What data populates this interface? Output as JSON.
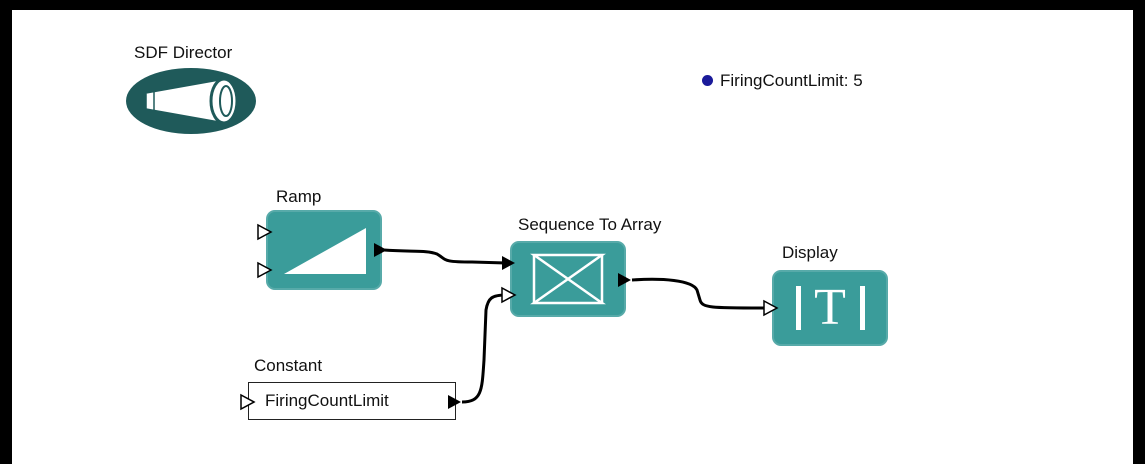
{
  "director": {
    "label": "SDF Director"
  },
  "parameter": {
    "name": "FiringCountLimit",
    "value_text": "FiringCountLimit: 5"
  },
  "actors": {
    "ramp": {
      "label": "Ramp"
    },
    "sequence_to_array": {
      "label": "Sequence To Array"
    },
    "display": {
      "label": "Display",
      "glyph": "T"
    },
    "constant": {
      "label": "Constant",
      "expression": "FiringCountLimit"
    }
  },
  "colors": {
    "actor_fill": "#3a9c9a",
    "director_fill": "#1f5a5a",
    "param_dot": "#1a1a9a",
    "frame": "#000000",
    "canvas": "#ffffff"
  }
}
